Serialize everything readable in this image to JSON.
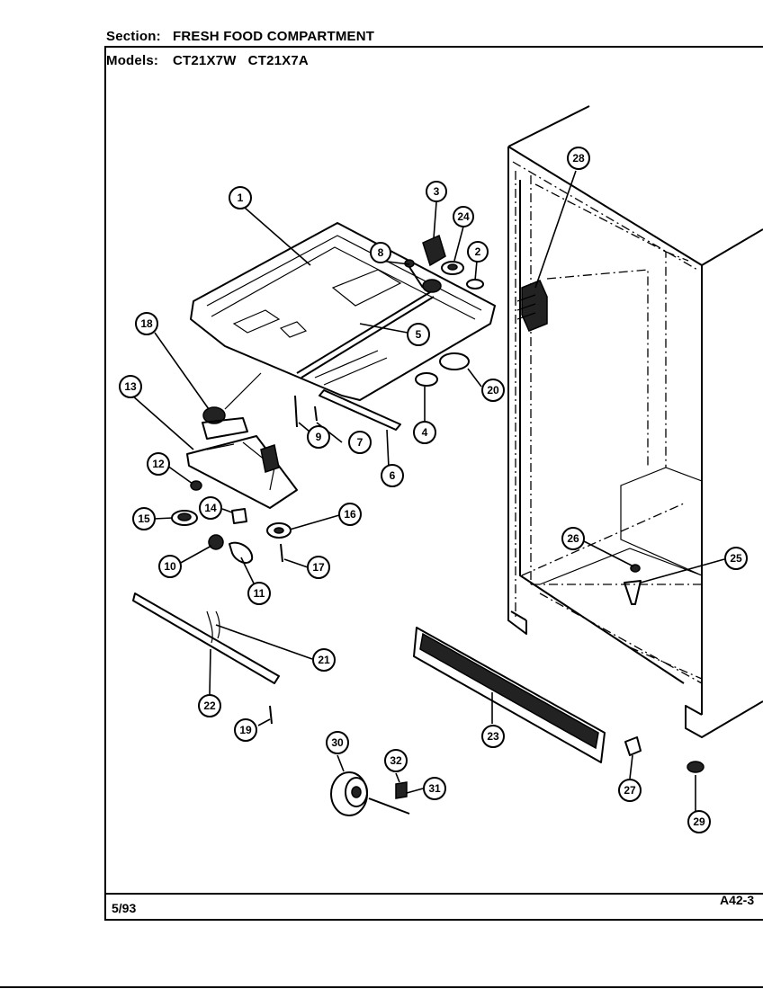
{
  "header": {
    "section_label": "Section:",
    "section_value": "FRESH FOOD COMPARTMENT",
    "models_label": "Models:",
    "models_value": "CT21X7W   CT21X7A"
  },
  "footer": {
    "date": "5/93",
    "page_code": "A42-3"
  },
  "callouts": [
    "1",
    "2",
    "3",
    "4",
    "5",
    "6",
    "7",
    "8",
    "9",
    "10",
    "11",
    "12",
    "13",
    "14",
    "15",
    "16",
    "17",
    "18",
    "19",
    "20",
    "21",
    "22",
    "23",
    "24",
    "25",
    "26",
    "27",
    "28",
    "29",
    "30",
    "31",
    "32"
  ]
}
